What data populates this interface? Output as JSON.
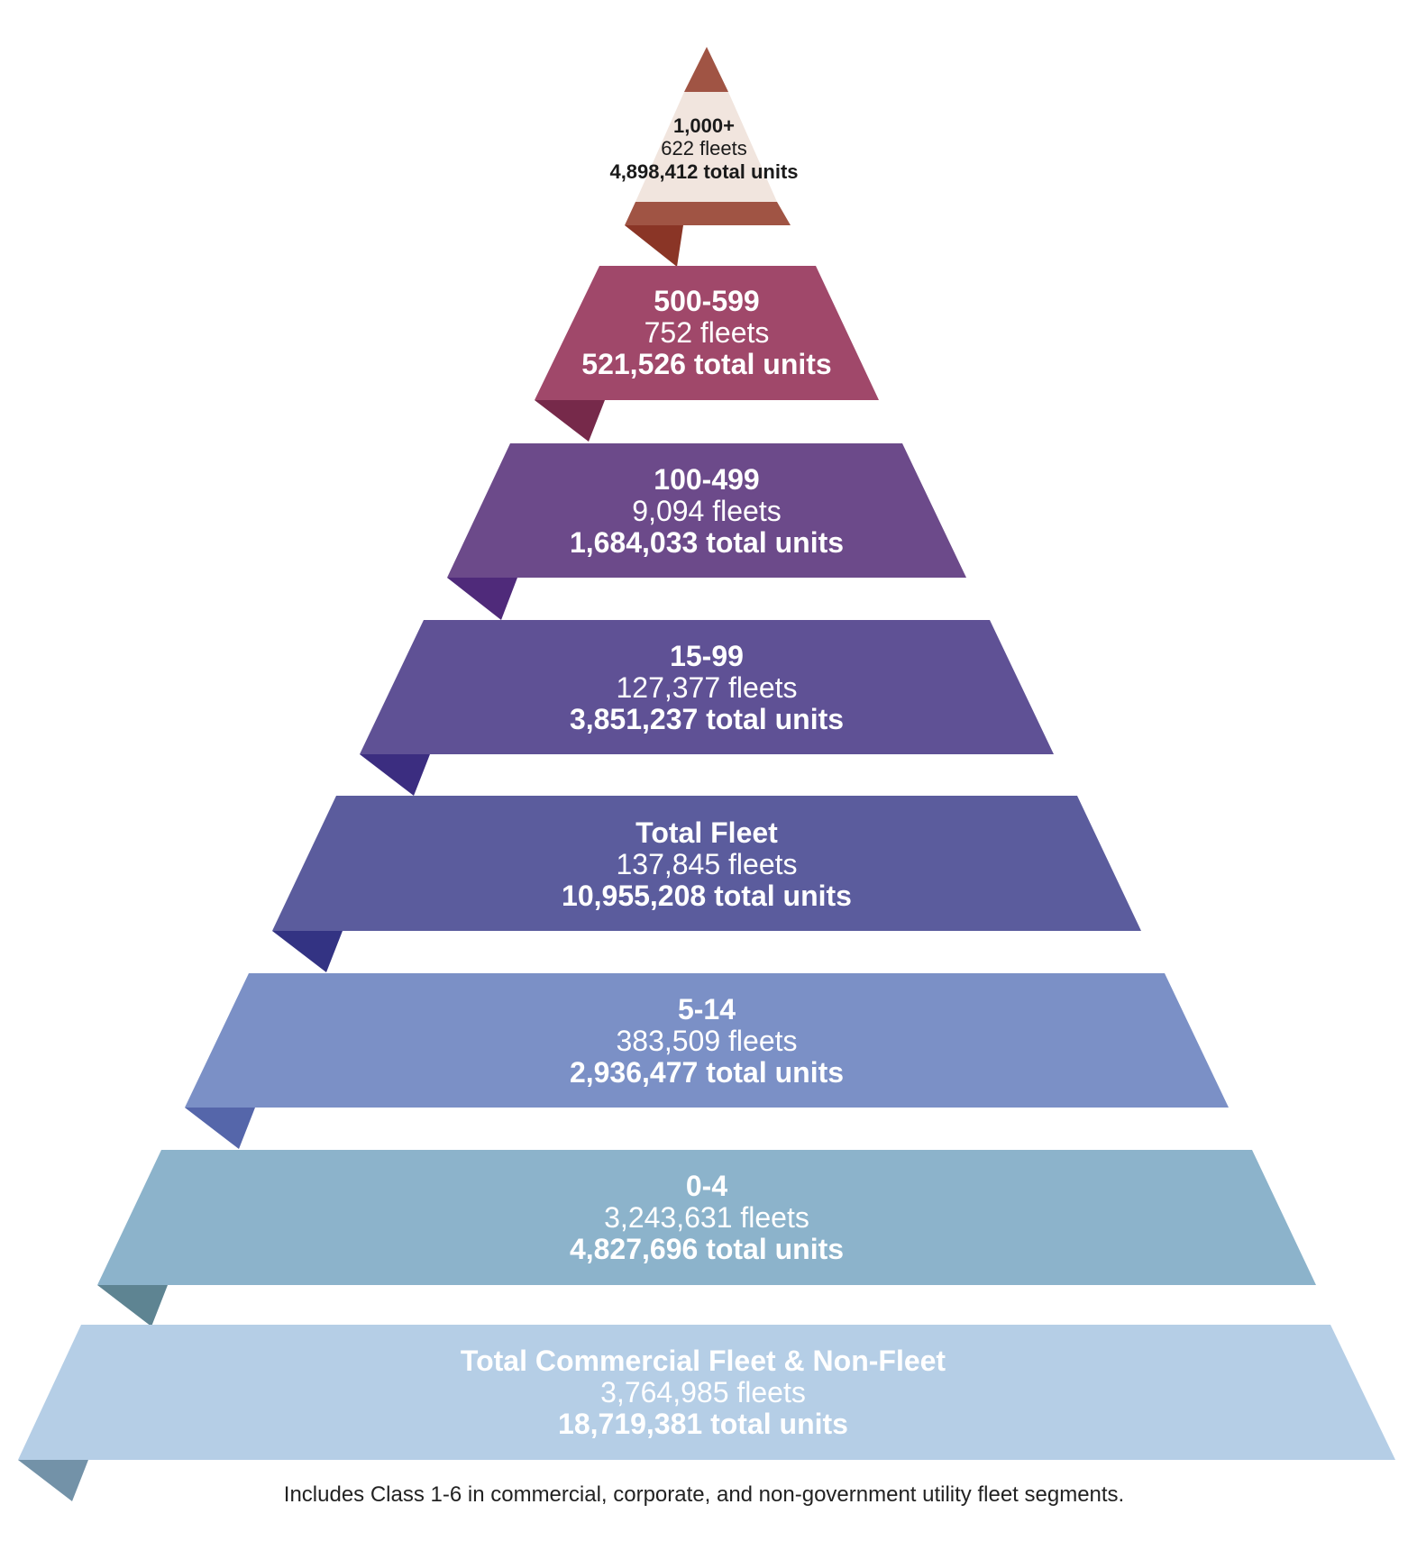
{
  "tiers": [
    {
      "range": "1,000+",
      "fleets": "622 fleets",
      "units": "4,898,412 total units",
      "fill": "#f1e5de",
      "band": "#a05444",
      "fold": "#8a3526",
      "text_color": "#1a1a1a"
    },
    {
      "range": "500-599",
      "fleets": "752 fleets",
      "units": "521,526 total units",
      "fill": "#a0486a",
      "fold": "#76294a",
      "text_color": "#ffffff"
    },
    {
      "range": "100-499",
      "fleets": "9,094 fleets",
      "units": "1,684,033 total units",
      "fill": "#6c4a8a",
      "fold": "#4f2a7a",
      "text_color": "#ffffff"
    },
    {
      "range": "15-99",
      "fleets": "127,377 fleets",
      "units": "3,851,237 total units",
      "fill": "#5f5195",
      "fold": "#3b2d80",
      "text_color": "#ffffff"
    },
    {
      "range": "Total Fleet",
      "fleets": "137,845 fleets",
      "units": "10,955,208 total units",
      "fill": "#5b5c9d",
      "fold": "#333383",
      "text_color": "#ffffff"
    },
    {
      "range": "5-14",
      "fleets": "383,509 fleets",
      "units": "2,936,477 total units",
      "fill": "#7b90c6",
      "fold": "#5566aa",
      "text_color": "#ffffff"
    },
    {
      "range": "0-4",
      "fleets": "3,243,631 fleets",
      "units": "4,827,696 total units",
      "fill": "#8cb3cb",
      "fold": "#5e8492",
      "text_color": "#ffffff"
    },
    {
      "range": "Total Commercial Fleet & Non-Fleet",
      "fleets": "3,764,985 fleets",
      "units": "18,719,381 total units",
      "fill": "#b5cee6",
      "fold": "#7392a8",
      "text_color": "#ffffff"
    }
  ],
  "footnote": "Includes Class 1-6 in commercial, corporate, and non-government utility fleet segments."
}
